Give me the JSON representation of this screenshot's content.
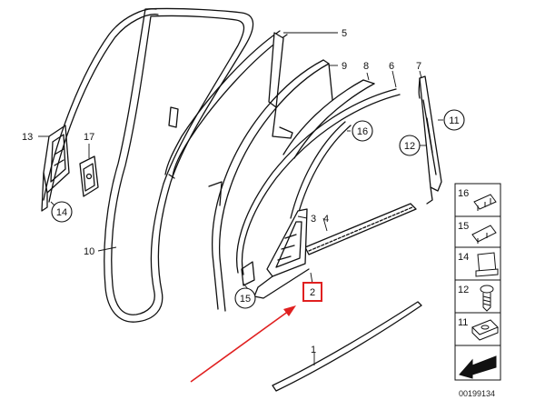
{
  "diagram": {
    "part_labels": [
      "1",
      "2",
      "3",
      "4",
      "5",
      "6",
      "7",
      "8",
      "9",
      "10",
      "11",
      "12",
      "13",
      "14",
      "15",
      "16",
      "17"
    ],
    "circled_labels": [
      "11",
      "12",
      "14",
      "15",
      "16"
    ],
    "highlighted_label": "2",
    "legend_labels": [
      "16",
      "15",
      "14",
      "12",
      "11"
    ],
    "reference_number": "00199134",
    "highlight_color": "#e02020",
    "arrow_color": "#e02020"
  }
}
